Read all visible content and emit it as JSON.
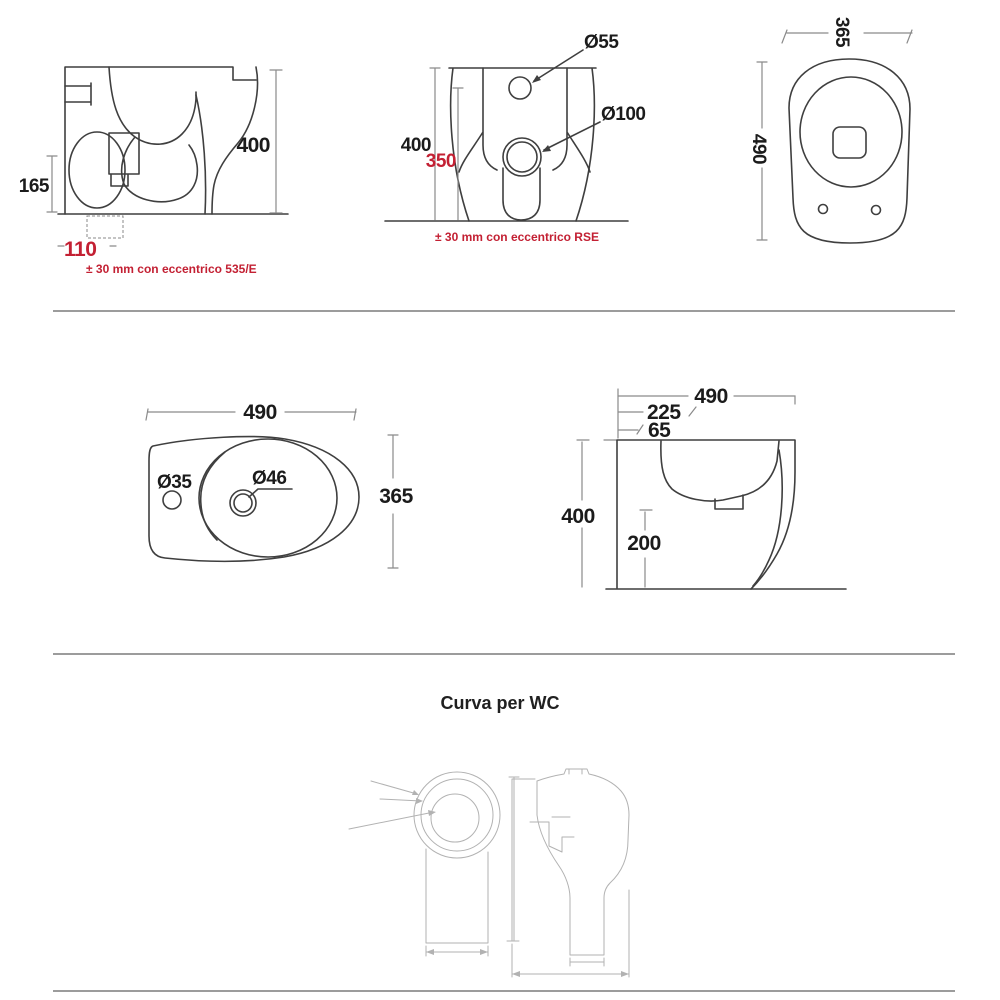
{
  "colors": {
    "background": "#ffffff",
    "line": "#3f3f3f",
    "dimension_line": "#8a8a8a",
    "text": "#1b1b1b",
    "accent_red": "#c32033",
    "divider": "#9c9c9c",
    "faint_drawing": "#b2b2b2"
  },
  "wc": {
    "side_view": {
      "height": "400",
      "trap_height": "165",
      "outlet_offset": "110",
      "note": "± 30 mm con eccentrico 535/E"
    },
    "rear_view": {
      "height": "400",
      "drain_height": "350",
      "inlet_diameter": "Ø55",
      "outlet_diameter": "Ø100",
      "note": "± 30 mm con eccentrico RSE"
    },
    "top_view": {
      "width": "365",
      "depth": "490"
    }
  },
  "bidet": {
    "top_view": {
      "width": "490",
      "tap_hole_diameter": "Ø35",
      "drain_diameter": "Ø46",
      "depth": "365"
    },
    "side_view": {
      "depth": "490",
      "dim_225": "225",
      "dim_65": "65",
      "height": "400",
      "lower_height": "200"
    }
  },
  "curva": {
    "title": "Curva per WC"
  }
}
